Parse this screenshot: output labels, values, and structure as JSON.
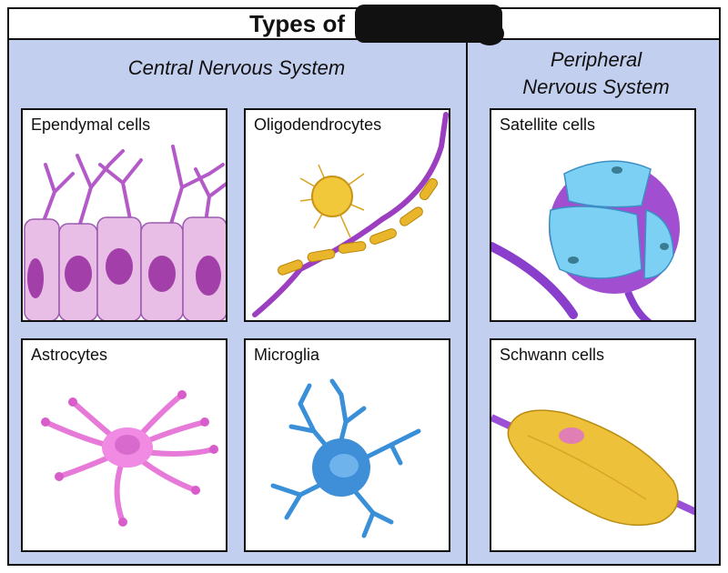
{
  "title": "Types of",
  "sections": {
    "central": {
      "title": "Central Nervous System"
    },
    "peripheral": {
      "title_line1": "Peripheral",
      "title_line2": "Nervous System"
    }
  },
  "cells": {
    "ependymal": {
      "label": "Ependymal cells",
      "icon": "ependymal-cell-illustration"
    },
    "oligodendrocytes": {
      "label": "Oligodendrocytes",
      "icon": "oligodendrocyte-illustration"
    },
    "satellite": {
      "label": "Satellite cells",
      "icon": "satellite-cell-illustration"
    },
    "astrocytes": {
      "label": "Astrocytes",
      "icon": "astrocyte-illustration"
    },
    "microglia": {
      "label": "Microglia",
      "icon": "microglia-illustration"
    },
    "schwann": {
      "label": "Schwann cells",
      "icon": "schwann-cell-illustration"
    }
  },
  "colors": {
    "background": "#c3cfee",
    "ependymal": "#d9a7d6",
    "oligodendrocyte": "#e8b52a",
    "satellite": "#6fc4ea",
    "astrocyte": "#e77ad9",
    "microglia": "#3a8fd9",
    "schwann": "#e9b92c"
  }
}
